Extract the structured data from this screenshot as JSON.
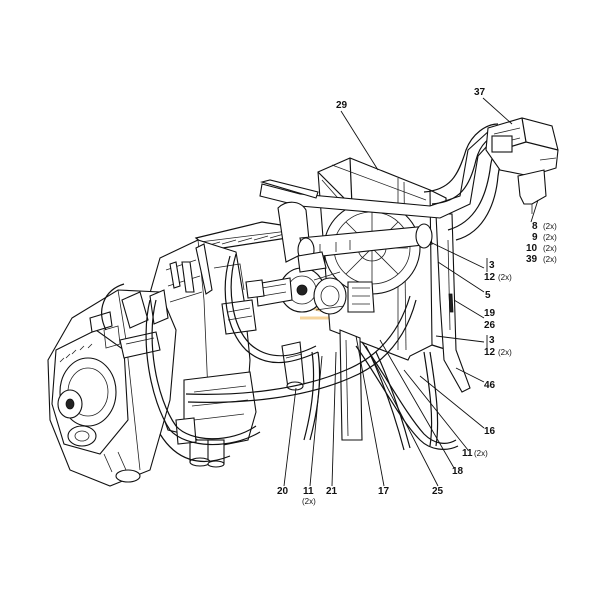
{
  "callouts": [
    {
      "id": "c29",
      "num": "29",
      "qty": ""
    },
    {
      "id": "c37",
      "num": "37",
      "qty": ""
    },
    {
      "id": "c8",
      "num": "8",
      "qty": "(2x)"
    },
    {
      "id": "c9",
      "num": "9",
      "qty": "(2x)"
    },
    {
      "id": "c10",
      "num": "10",
      "qty": "(2x)"
    },
    {
      "id": "c39",
      "num": "39",
      "qty": "(2x)"
    },
    {
      "id": "c3a",
      "num": "3",
      "qty": ""
    },
    {
      "id": "c12a",
      "num": "12",
      "qty": "(2x)"
    },
    {
      "id": "c5",
      "num": "5",
      "qty": ""
    },
    {
      "id": "c19",
      "num": "19",
      "qty": ""
    },
    {
      "id": "c26",
      "num": "26",
      "qty": ""
    },
    {
      "id": "c3b",
      "num": "3",
      "qty": ""
    },
    {
      "id": "c12b",
      "num": "12",
      "qty": "(2x)"
    },
    {
      "id": "c46",
      "num": "46",
      "qty": ""
    },
    {
      "id": "c16",
      "num": "16",
      "qty": ""
    },
    {
      "id": "c11a",
      "num": "11",
      "qty": "(2x)"
    },
    {
      "id": "c18",
      "num": "18",
      "qty": ""
    },
    {
      "id": "c25",
      "num": "25",
      "qty": ""
    },
    {
      "id": "c17",
      "num": "17",
      "qty": ""
    },
    {
      "id": "c21",
      "num": "21",
      "qty": ""
    },
    {
      "id": "c11b",
      "num": "11",
      "qty": "(2x)"
    },
    {
      "id": "c20",
      "num": "20",
      "qty": ""
    }
  ]
}
